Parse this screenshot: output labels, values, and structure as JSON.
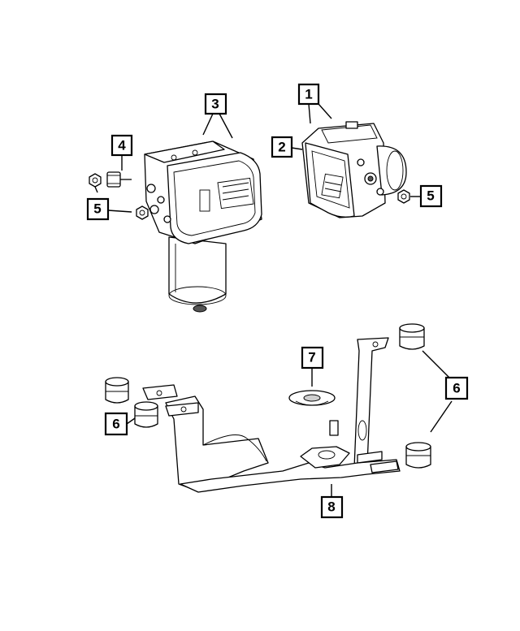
{
  "callouts": {
    "c1": "1",
    "c2": "2",
    "c3": "3",
    "c4": "4",
    "c5a": "5",
    "c5b": "5",
    "c6a": "6",
    "c6b": "6",
    "c7": "7",
    "c8": "8"
  },
  "colors": {
    "line": "#000000",
    "background": "#ffffff",
    "shade": "#cfcfcf"
  }
}
